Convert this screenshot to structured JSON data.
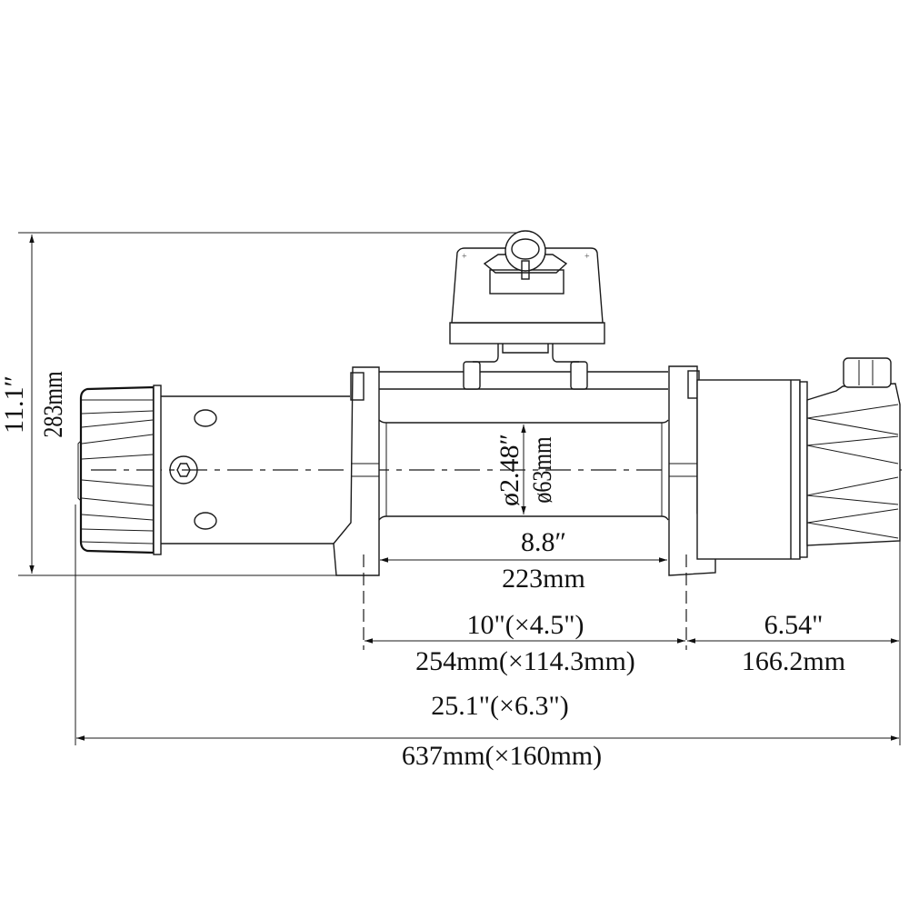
{
  "title": "Winch dimension drawing",
  "dimensions": {
    "height_in": "11.1″",
    "height_mm": "283mm",
    "drum_dia_in": "ø2.48″",
    "drum_dia_mm": "ø63mm",
    "drum_len_in": "8.8″",
    "drum_len_mm": "223mm",
    "mount_in": "10\"(×4.5\")",
    "mount_mm": "254mm(×114.3mm)",
    "motor_in": "6.54\"",
    "motor_mm": "166.2mm",
    "overall_in": "25.1\"(×6.3\")",
    "overall_mm": "637mm(×160mm)"
  }
}
